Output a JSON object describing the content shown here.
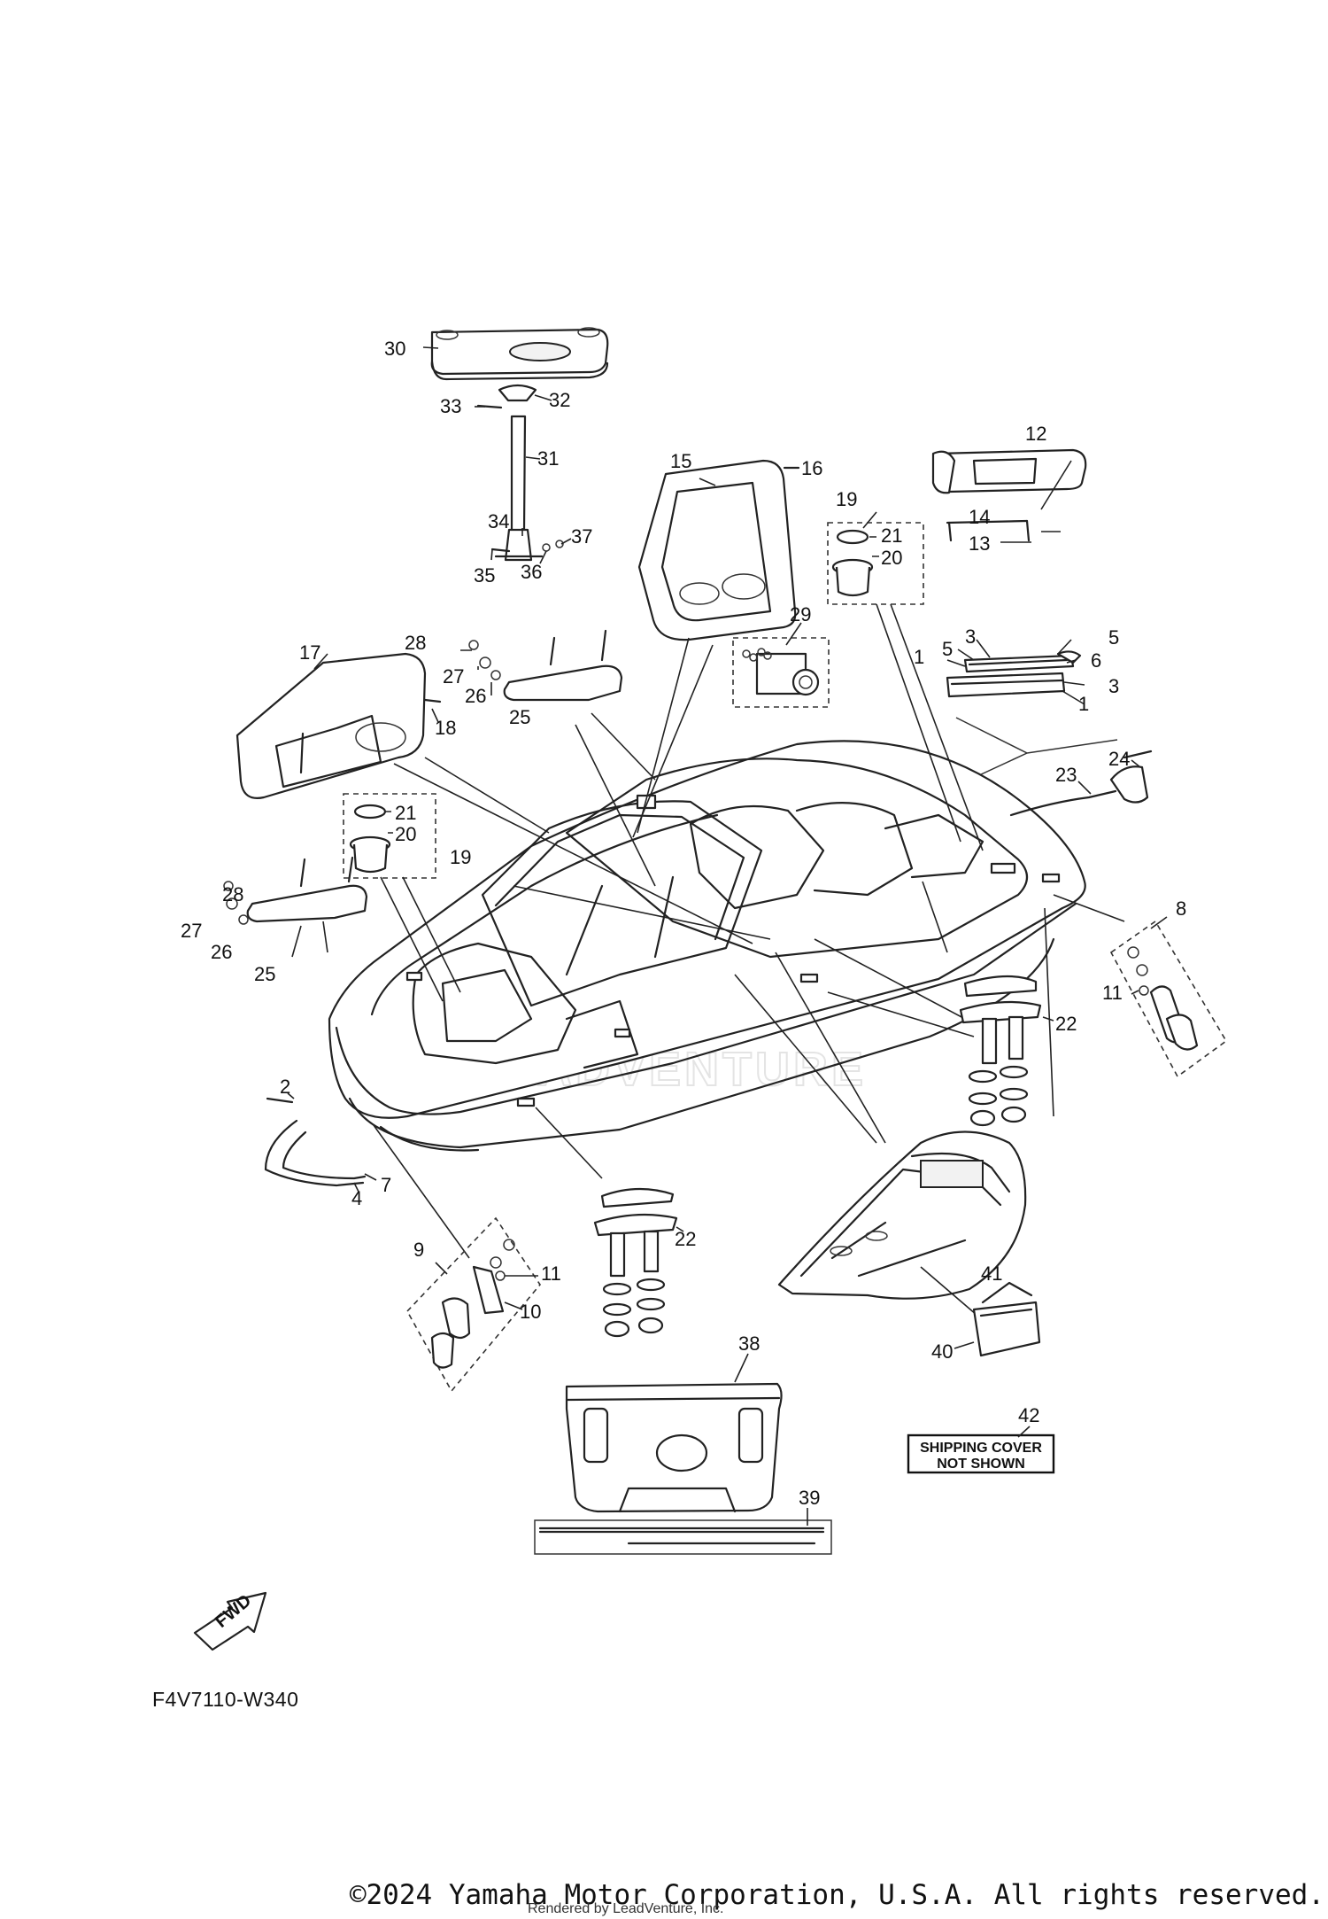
{
  "diagram": {
    "part_code": "F4V7110-W340",
    "copyright": "©2024 Yamaha Motor Corporation, U.S.A. All rights reserved.",
    "rendered_by": "Rendered by LeadVenture, Inc.",
    "watermark": "LEADVENTURE",
    "forward_indicator": "FWD",
    "note": {
      "line1": "SHIPPING COVER",
      "line2": "NOT SHOWN",
      "ref": "42"
    },
    "callouts": {
      "c1a": "1",
      "c1b": "1",
      "c2": "2",
      "c3a": "3",
      "c3b": "3",
      "c4": "4",
      "c5a": "5",
      "c5b": "5",
      "c6": "6",
      "c7": "7",
      "c8": "8",
      "c9": "9",
      "c10": "10",
      "c11a": "11",
      "c11b": "11",
      "c12": "12",
      "c13": "13",
      "c14": "14",
      "c15": "15",
      "c16": "16",
      "c17": "17",
      "c18": "18",
      "c19a": "19",
      "c19b": "19",
      "c20a": "20",
      "c20b": "20",
      "c21a": "21",
      "c21b": "21",
      "c22a": "22",
      "c22b": "22",
      "c23": "23",
      "c24": "24",
      "c25a": "25",
      "c25b": "25",
      "c26a": "26",
      "c26b": "26",
      "c27a": "27",
      "c27b": "27",
      "c28a": "28",
      "c28b": "28",
      "c29": "29",
      "c30": "30",
      "c31": "31",
      "c32": "32",
      "c33": "33",
      "c34": "34",
      "c35": "35",
      "c36": "36",
      "c37": "37",
      "c38": "38",
      "c39": "39",
      "c40": "40",
      "c41": "41"
    }
  }
}
